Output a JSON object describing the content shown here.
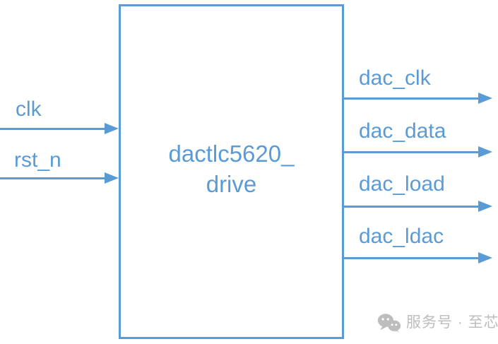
{
  "diagram": {
    "module_title": {
      "line1": "dactlc5620_",
      "line2": "drive"
    },
    "inputs": [
      {
        "label": "clk"
      },
      {
        "label": "rst_n"
      }
    ],
    "outputs": [
      {
        "label": "dac_clk"
      },
      {
        "label": "dac_data"
      },
      {
        "label": "dac_load"
      },
      {
        "label": "dac_ldac"
      }
    ],
    "colors": {
      "accent_blue": "#5B9BD5",
      "watermark_gray": "#BDBDBD"
    }
  },
  "watermark": {
    "icon": "wechat-icon",
    "text": "服务号 · 至芯"
  }
}
